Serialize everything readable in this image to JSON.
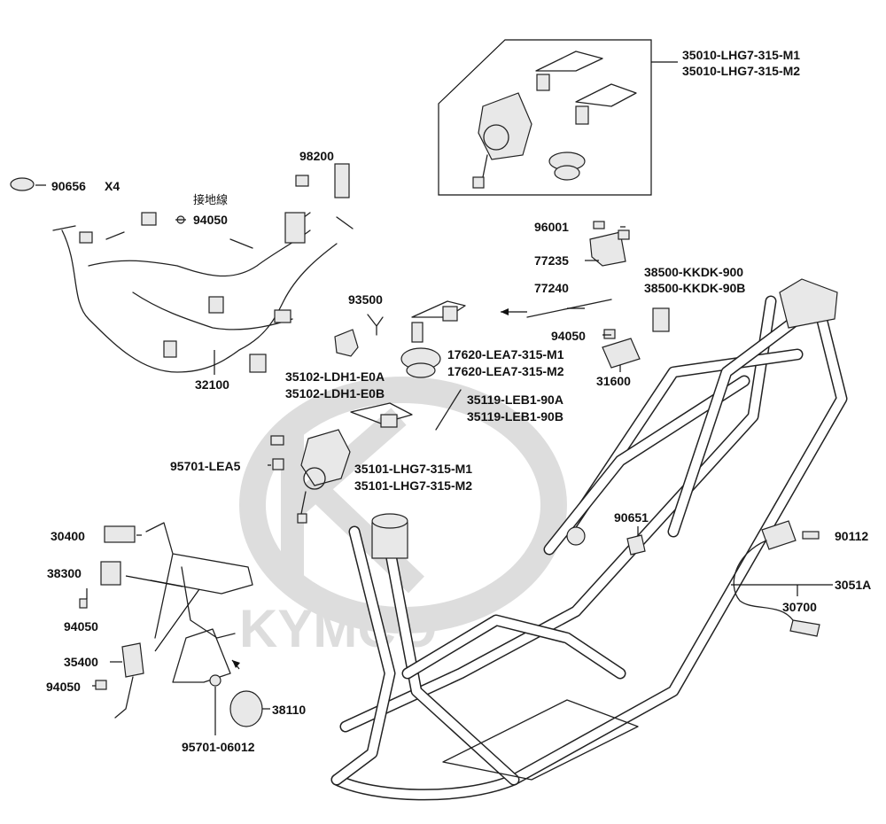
{
  "watermark": {
    "text": "KYMCO"
  },
  "labels": {
    "ignition_set_m1": "35010-LHG7-315-M1",
    "ignition_set_m2": "35010-LHG7-315-M2",
    "mirror": "90656",
    "mirror_qty": "X4",
    "connector_98200": "98200",
    "ground_cn": "接地線",
    "nut_94050_top": "94050",
    "bolt_96001": "96001",
    "bracket_77235": "77235",
    "cable_77240": "77240",
    "relay_a": "38500-KKDK-900",
    "relay_b": "38500-KKDK-90B",
    "clip_93500": "93500",
    "nut_94050_mid": "94050",
    "fuel_cap_m1": "17620-LEA7-315-M1",
    "fuel_cap_m2": "17620-LEA7-315-M2",
    "regulator_31600": "31600",
    "harness_32100": "32100",
    "lock_a": "35102-LDH1-E0A",
    "lock_b": "35102-LDH1-E0B",
    "rod_a": "35119-LEB1-90A",
    "rod_b": "35119-LEB1-90B",
    "screw_95701": "95701-LEA5",
    "switch_m1": "35101-LHG7-315-M1",
    "switch_m2": "35101-LHG7-315-M2",
    "clamp_90651": "90651",
    "cdi_30400": "30400",
    "bolt_90112": "90112",
    "flasher_38300": "38300",
    "coil_3051A": "3051A",
    "nut_94050_left": "94050",
    "plug_30700": "30700",
    "horn_35400": "35400",
    "nut_94050_bottom": "94050",
    "horn_38110": "38110",
    "bolt_95701_06012": "95701-06012"
  }
}
